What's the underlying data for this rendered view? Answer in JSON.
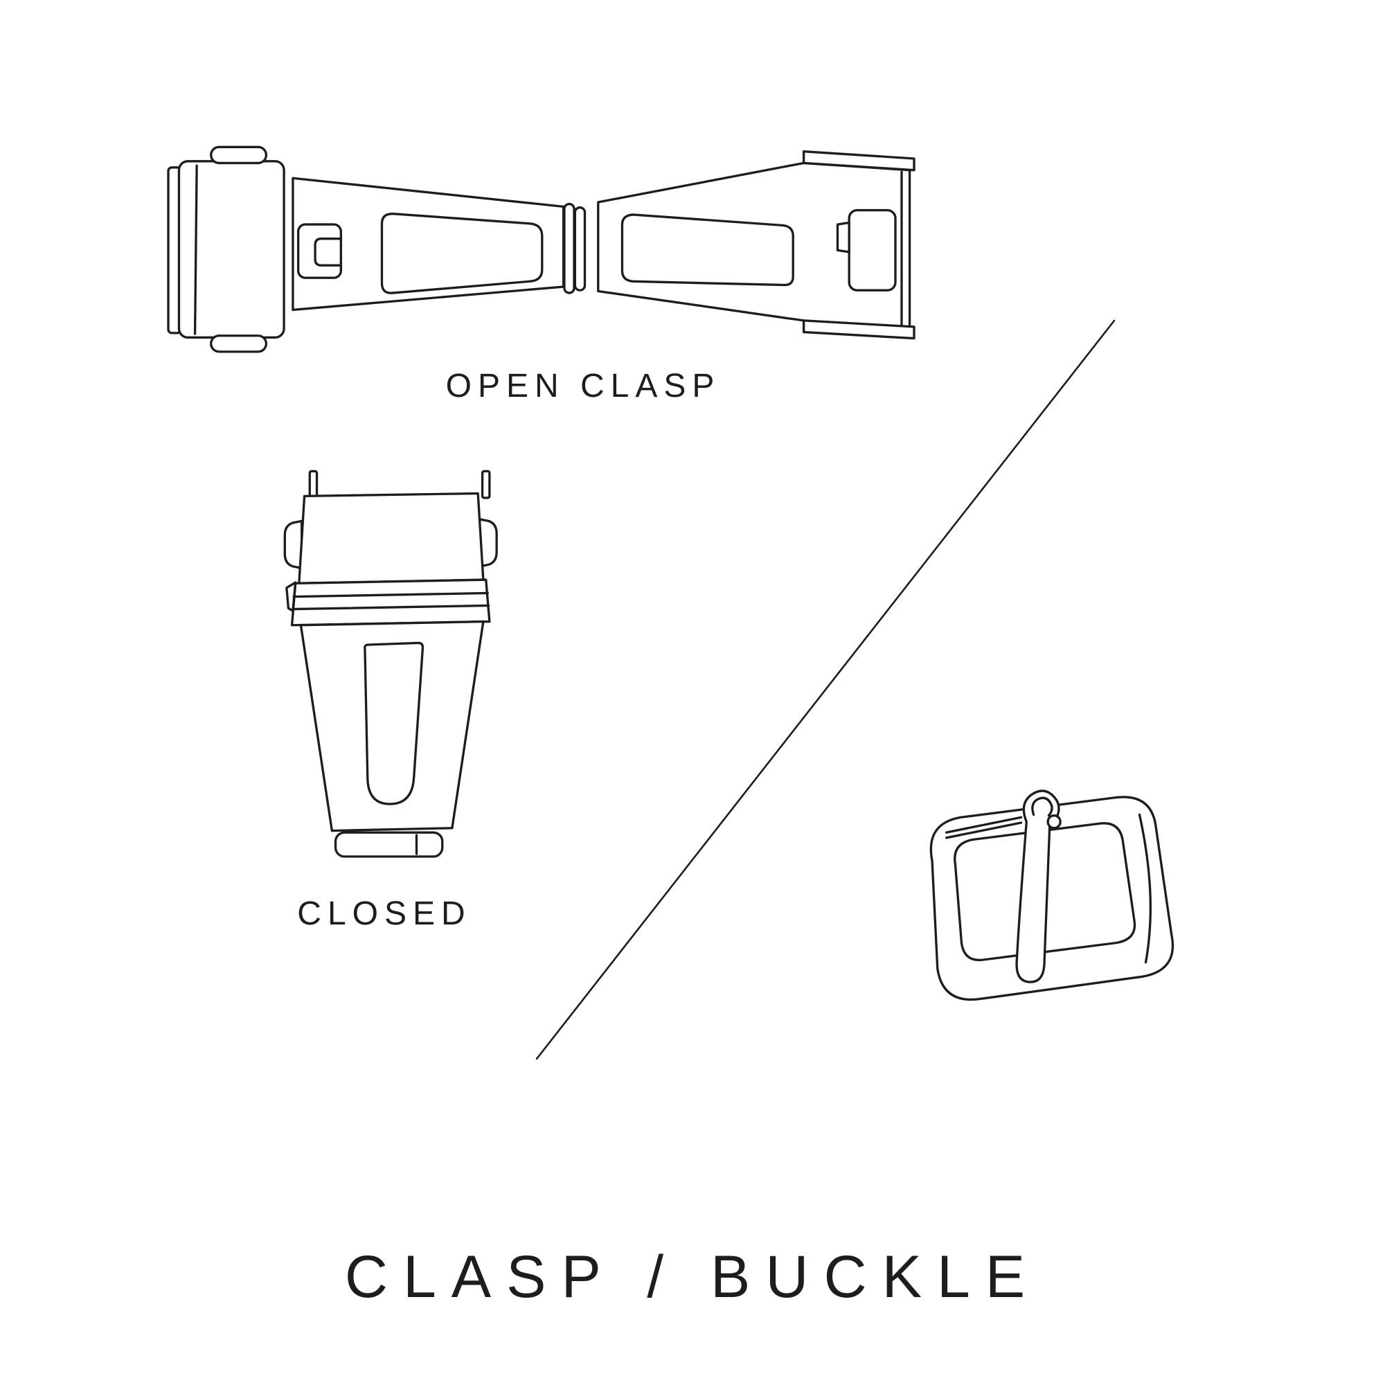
{
  "colors": {
    "background": "#ffffff",
    "ink": "#1d1d1b"
  },
  "labels": {
    "open_clasp": "OPEN CLASP",
    "closed": "CLOSED",
    "title": "CLASP / BUCKLE"
  },
  "illustrations": {
    "open_clasp": "open-deployant-clasp-illustration",
    "closed_clasp": "closed-clasp-illustration",
    "buckle": "tang-buckle-illustration",
    "divider": "diagonal-divider-line"
  }
}
